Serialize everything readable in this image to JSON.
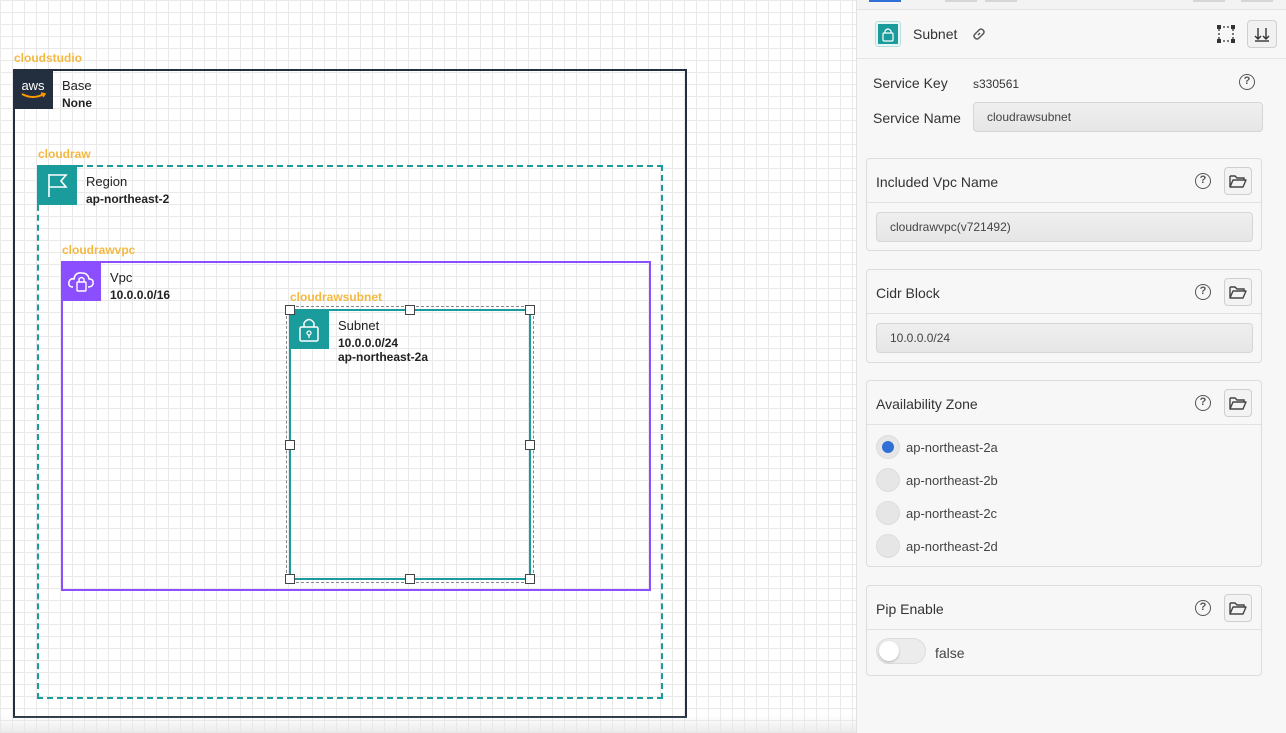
{
  "canvas": {
    "groups": [
      {
        "tag": "cloudstudio",
        "title": "Base",
        "value": "None",
        "icon": "aws-logo-icon"
      },
      {
        "tag": "cloudraw",
        "title": "Region",
        "value": "ap-northeast-2",
        "icon": "flag-icon"
      },
      {
        "tag": "cloudrawvpc",
        "title": "Vpc",
        "value": "10.0.0.0/16",
        "icon": "vpc-cloud-lock-icon"
      },
      {
        "tag": "cloudrawsubnet",
        "title": "Subnet",
        "value": "10.0.0.0/24",
        "value2": "ap-northeast-2a",
        "icon": "subnet-lock-icon"
      }
    ],
    "aws_logo_text": "aws"
  },
  "panel": {
    "header": {
      "title": "Subnet",
      "icon": "subnet-lock-icon"
    },
    "service_key": {
      "label": "Service Key",
      "value": "s330561"
    },
    "service_name": {
      "label": "Service Name",
      "value": "cloudrawsubnet"
    },
    "cards": {
      "vpc": {
        "title": "Included Vpc Name",
        "value": "cloudrawvpc(v721492)"
      },
      "cidr": {
        "title": "Cidr Block",
        "value": "10.0.0.0/24"
      },
      "az": {
        "title": "Availability Zone",
        "options": [
          "ap-northeast-2a",
          "ap-northeast-2b",
          "ap-northeast-2c",
          "ap-northeast-2d"
        ],
        "selected": "ap-northeast-2a"
      },
      "pip": {
        "title": "Pip Enable",
        "value": "false"
      }
    },
    "colors": {
      "accent": "#2f6fd6",
      "teal": "#1a9c9c",
      "purple": "#8c4fff",
      "orange_tag": "#f5b942",
      "aws_dark": "#232f3e"
    }
  }
}
